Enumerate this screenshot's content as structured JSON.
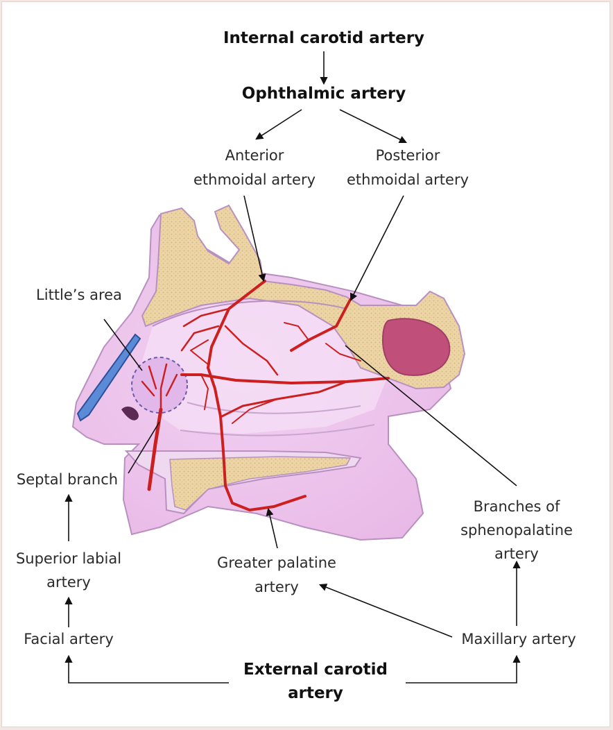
{
  "labels": {
    "internal_carotid": "Internal carotid artery",
    "ophthalmic": "Ophthalmic artery",
    "anterior_ethmoidal": [
      "Anterior",
      "ethmoidal artery"
    ],
    "posterior_ethmoidal": [
      "Posterior",
      "ethmoidal artery"
    ],
    "littles_area": "Little’s area",
    "septal_branch": "Septal branch",
    "superior_labial": [
      "Superior labial",
      "artery"
    ],
    "facial": "Facial artery",
    "greater_palatine": [
      "Greater palatine",
      "artery"
    ],
    "sphenopalatine": [
      "Branches of",
      "sphenopalatine",
      "artery"
    ],
    "maxillary": "Maxillary artery",
    "external_carotid": [
      "External carotid",
      "artery"
    ]
  },
  "colors": {
    "artery": "#cc2020",
    "bone": "#ecd4a4",
    "bone_dots": "#d2b47c",
    "mucosa": "#edc6ea",
    "mucosa_light": "#f7e2f5",
    "outline": "#b890c0",
    "sinus": "#c0507a",
    "cartilage": "#5b8ad6"
  }
}
